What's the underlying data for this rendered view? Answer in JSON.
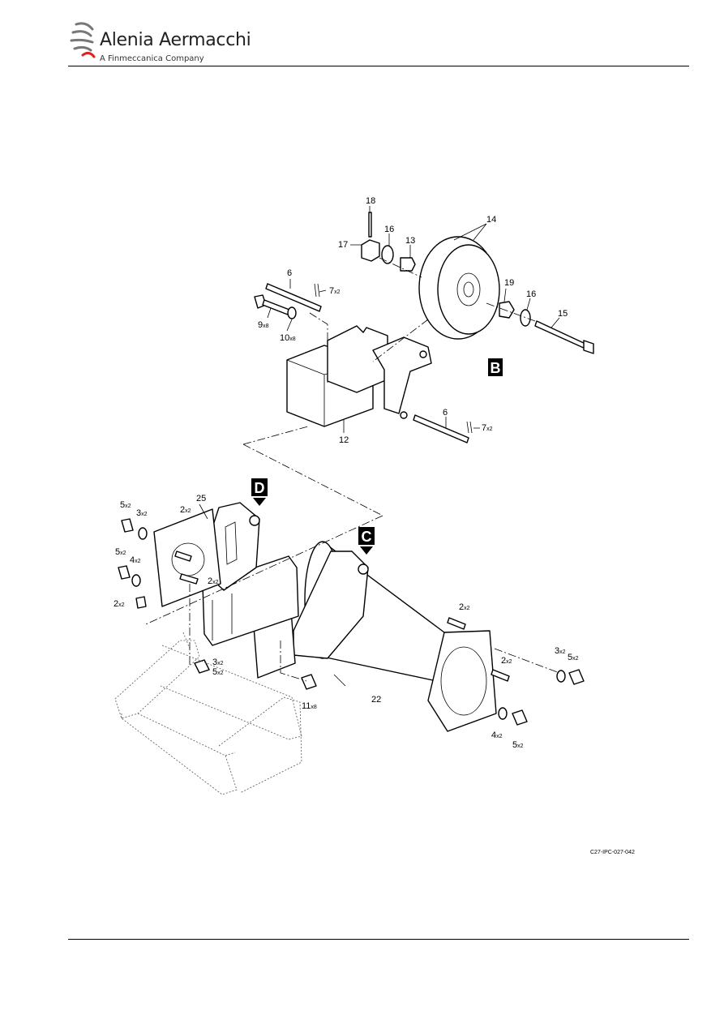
{
  "header": {
    "brand_name": "Alenia Aermacchi",
    "brand_tagline": "A Finmeccanica Company"
  },
  "figure": {
    "reference_code": "C27-IPC-027-042",
    "view_markers": [
      "B",
      "C",
      "D"
    ],
    "callouts": [
      {
        "id": "18",
        "qty": ""
      },
      {
        "id": "14",
        "qty": ""
      },
      {
        "id": "17",
        "qty": ""
      },
      {
        "id": "16",
        "qty": ""
      },
      {
        "id": "13",
        "qty": ""
      },
      {
        "id": "6",
        "qty": ""
      },
      {
        "id": "7",
        "qty": "x2"
      },
      {
        "id": "19",
        "qty": ""
      },
      {
        "id": "16",
        "qty": ""
      },
      {
        "id": "15",
        "qty": ""
      },
      {
        "id": "9",
        "qty": "x8"
      },
      {
        "id": "10",
        "qty": "x8"
      },
      {
        "id": "12",
        "qty": ""
      },
      {
        "id": "6",
        "qty": ""
      },
      {
        "id": "7",
        "qty": "x2"
      },
      {
        "id": "25",
        "qty": ""
      },
      {
        "id": "5",
        "qty": "x2"
      },
      {
        "id": "3",
        "qty": "x2"
      },
      {
        "id": "2",
        "qty": "x2"
      },
      {
        "id": "5",
        "qty": "x2"
      },
      {
        "id": "4",
        "qty": "x2"
      },
      {
        "id": "2",
        "qty": "x2"
      },
      {
        "id": "2",
        "qty": "x2"
      },
      {
        "id": "3",
        "qty": "x2"
      },
      {
        "id": "5",
        "qty": "x2"
      },
      {
        "id": "11",
        "qty": "x8"
      },
      {
        "id": "22",
        "qty": ""
      },
      {
        "id": "2",
        "qty": "x2"
      },
      {
        "id": "2",
        "qty": "x2"
      },
      {
        "id": "3",
        "qty": "x2"
      },
      {
        "id": "5",
        "qty": "x2"
      },
      {
        "id": "4",
        "qty": "x2"
      },
      {
        "id": "5",
        "qty": "x2"
      }
    ]
  }
}
